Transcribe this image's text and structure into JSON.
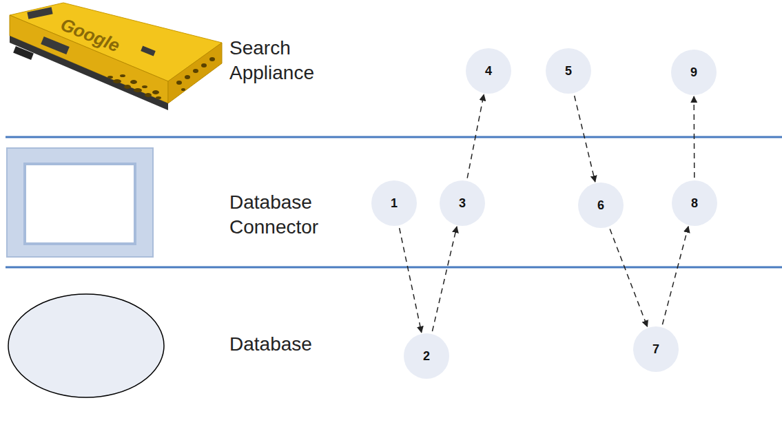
{
  "diagram": {
    "nodes": [
      {
        "text": [
          "1"
        ]
      },
      {
        "text": [
          "2"
        ]
      },
      {
        "text": [
          "3"
        ]
      },
      {
        "text": [
          "4"
        ]
      },
      {
        "text": [
          "5"
        ]
      },
      {
        "text": [
          "6"
        ]
      },
      {
        "text": [
          "7"
        ]
      },
      {
        "text": [
          "8"
        ]
      },
      {
        "text": [
          "9"
        ]
      }
    ],
    "edges": [
      {
        "from": 0,
        "to": 1,
        "arrow": "to"
      },
      {
        "from": 1,
        "to": 2,
        "arrow": "to"
      },
      {
        "from": 2,
        "to": 3,
        "arrow": "to"
      },
      {
        "from": 4,
        "to": 5,
        "arrow": "to"
      },
      {
        "from": 5,
        "to": 6,
        "arrow": "to"
      },
      {
        "from": 6,
        "to": 7,
        "arrow": "to"
      },
      {
        "from": 7,
        "to": 8,
        "arrow": "to"
      }
    ],
    "labels": [
      "Search Appliance",
      "Database Connector",
      "Database",
      "Google"
    ]
  }
}
